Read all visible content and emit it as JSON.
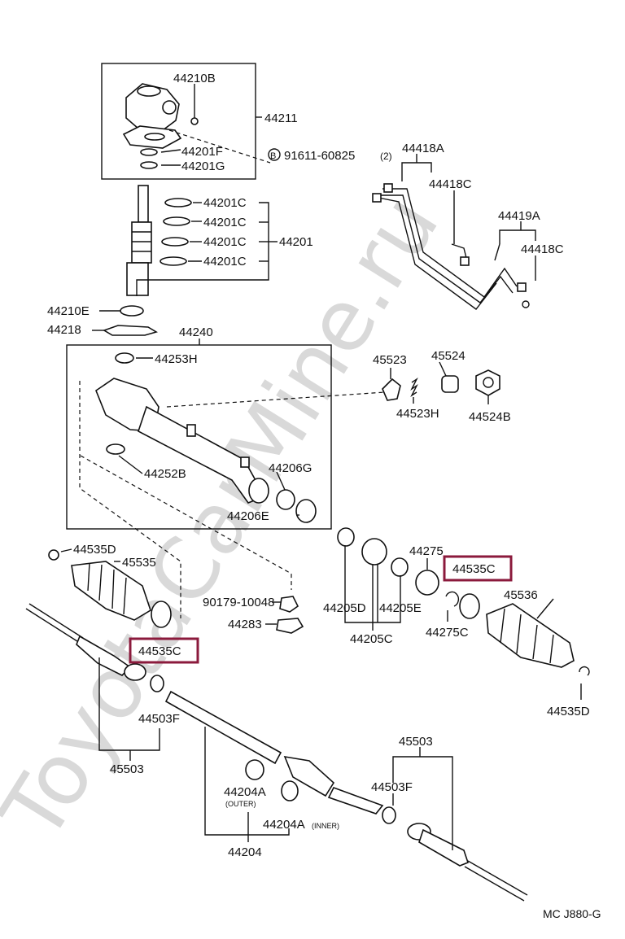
{
  "watermark": "ToyotaCarMine.ru",
  "diagram_code": "MC J880-G",
  "labels": {
    "p44210B": "44210B",
    "p44211": "44211",
    "p44201F": "44201F",
    "p44201G": "44201G",
    "bolt_mark": "B",
    "p91611": "91611-60825",
    "p91611_qty": "(2)",
    "p44201C_1": "44201C",
    "p44201C_2": "44201C",
    "p44201C_3": "44201C",
    "p44201C_4": "44201C",
    "p44201": "44201",
    "p44210E": "44210E",
    "p44218": "44218",
    "p44240": "44240",
    "p44253H": "44253H",
    "p44252B": "44252B",
    "p44206G": "44206G",
    "p44206E": "44206E",
    "p44418A": "44418A",
    "p44418C_1": "44418C",
    "p44419A": "44419A",
    "p44418C_2": "44418C",
    "p45523": "45523",
    "p45524": "45524",
    "p44523H": "44523H",
    "p44524B": "44524B",
    "p44535D_1": "44535D",
    "p45535": "45535",
    "p90179": "90179-10048",
    "p44283": "44283",
    "p44535C_1": "44535C",
    "p44503F_1": "44503F",
    "p45503_1": "45503",
    "p44275": "44275",
    "p44535C_2": "44535C",
    "p45536": "45536",
    "p44205D": "44205D",
    "p44205E": "44205E",
    "p44275C": "44275C",
    "p44205C": "44205C",
    "p44535D_2": "44535D",
    "p45503_2": "45503",
    "p44503F_2": "44503F",
    "p44204A_1": "44204A",
    "p44204A_1_note": "(OUTER)",
    "p44204A_2": "44204A",
    "p44204A_2_note": "(INNER)",
    "p44204": "44204"
  },
  "colors": {
    "highlight": "#8b1a3c",
    "watermark": "#d9d9d9",
    "line": "#111111"
  }
}
